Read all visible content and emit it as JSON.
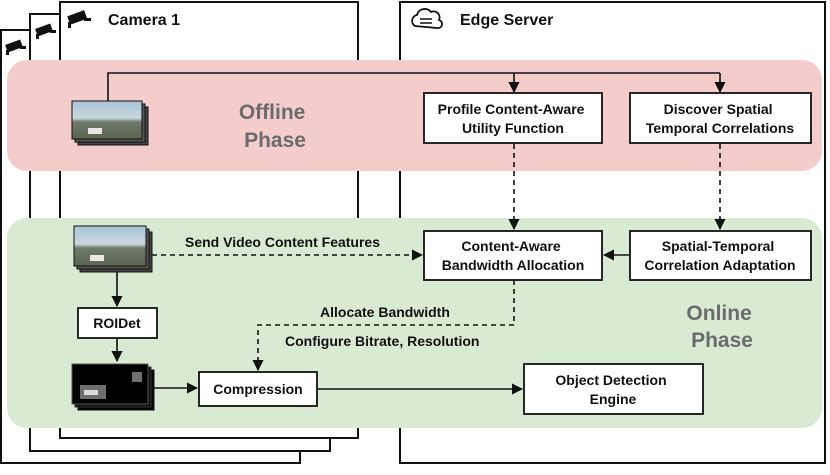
{
  "camera": {
    "title": "Camera 1"
  },
  "server": {
    "title": "Edge Server"
  },
  "phases": {
    "offline": [
      "Offline",
      "Phase"
    ],
    "online": [
      "Online",
      "Phase"
    ]
  },
  "nodes": {
    "profile": [
      "Profile Content-Aware",
      "Utility Function"
    ],
    "discover": [
      "Discover Spatial",
      "Temporal Correlations"
    ],
    "allocation": [
      "Content-Aware",
      "Bandwidth Allocation"
    ],
    "adaptation": [
      "Spatial-Temporal",
      "Correlation Adaptation"
    ],
    "roidet": [
      "ROIDet"
    ],
    "compression": [
      "Compression"
    ],
    "detection": [
      "Object Detection",
      "Engine"
    ]
  },
  "edges": {
    "send_features": "Send Video Content Features",
    "allocate_bw": "Allocate Bandwidth",
    "configure": "Configure Bitrate, Resolution"
  },
  "colors": {
    "offline_band": "#f4cccc",
    "online_band": "#d9ead3"
  },
  "icons": [
    "camera-icon",
    "cloud-server-icon",
    "video-frames-icon",
    "roi-frames-icon"
  ]
}
